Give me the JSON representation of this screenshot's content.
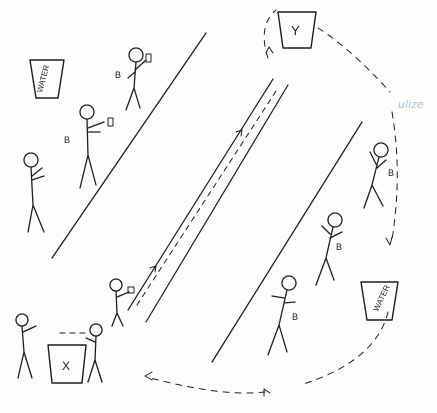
{
  "buckets": {
    "top_left": {
      "text": "WATER"
    },
    "y_bucket": {
      "text": "Y"
    },
    "right": {
      "text": "WATER"
    },
    "x_bucket": {
      "text": "X"
    }
  },
  "people_label": "B",
  "edge_text": "ulize"
}
